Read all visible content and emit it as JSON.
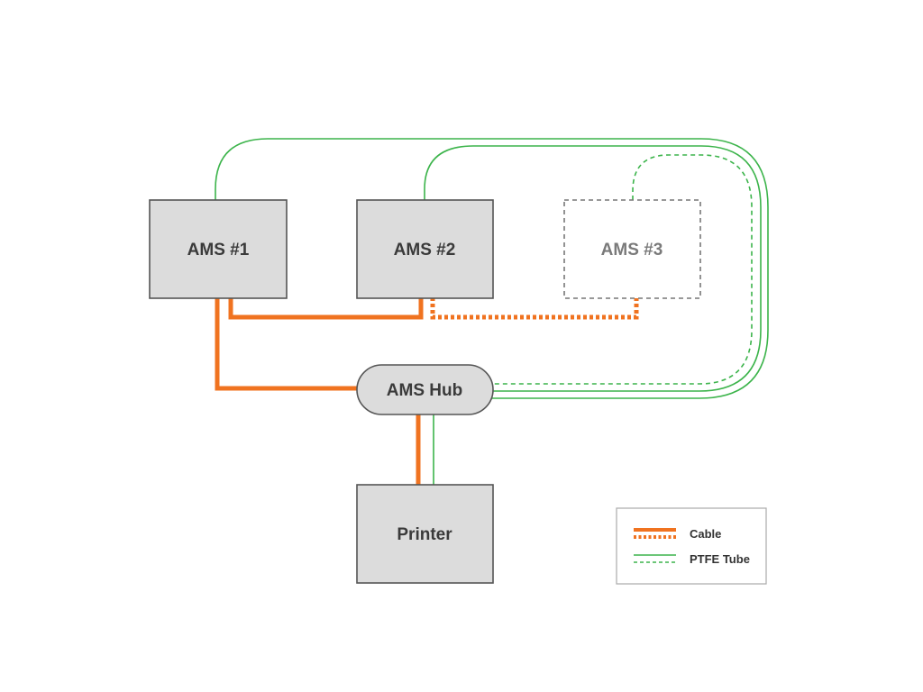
{
  "nodes": {
    "ams1": {
      "label": "AMS #1"
    },
    "ams2": {
      "label": "AMS #2"
    },
    "ams3": {
      "label": "AMS #3"
    },
    "hub": {
      "label": "AMS Hub"
    },
    "printer": {
      "label": "Printer"
    }
  },
  "legend": {
    "cable_label": "Cable",
    "ptfe_label": "PTFE Tube"
  },
  "colors": {
    "cable": "#f07320",
    "ptfe": "#3cb44b",
    "box_fill": "#dcdcdc",
    "box_stroke": "#555555",
    "optional_stroke": "#777777"
  }
}
